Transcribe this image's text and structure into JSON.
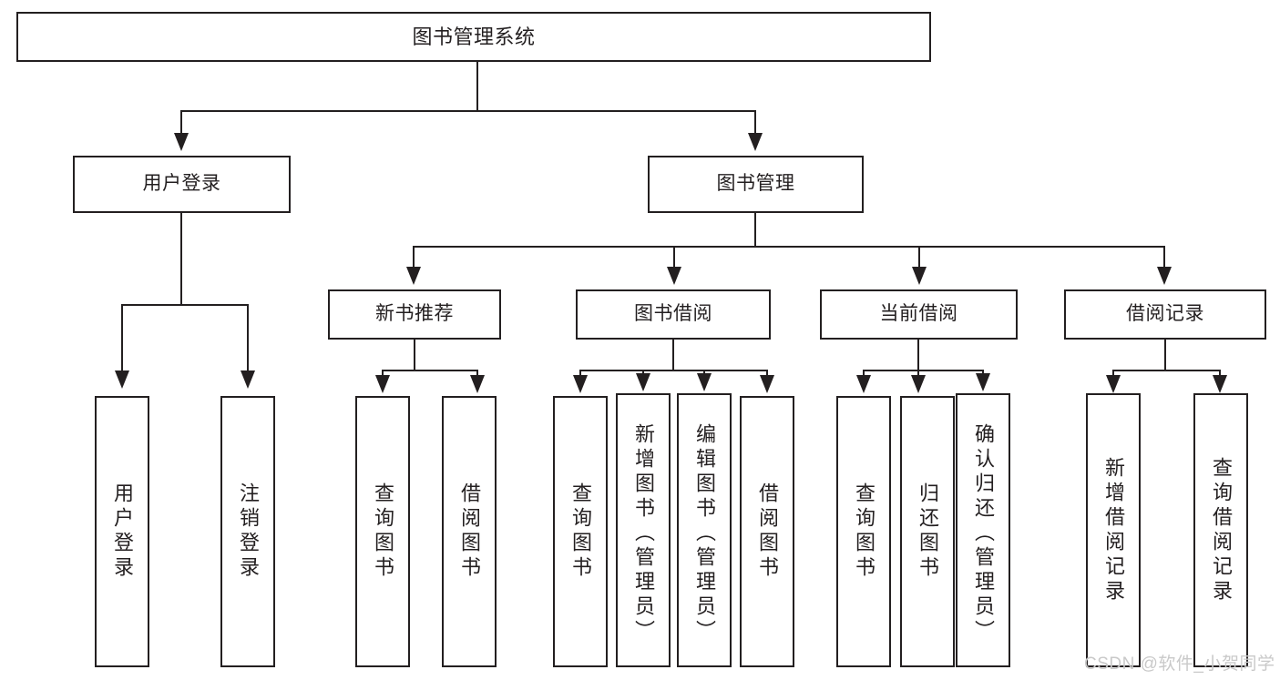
{
  "diagram": {
    "title": "图书管理系统",
    "type": "tree-hierarchy-diagram",
    "colors": {
      "stroke": "#231f20",
      "background": "#ffffff",
      "watermark": "#c9c9c9"
    },
    "levels": {
      "root": {
        "label": "图书管理系统"
      },
      "level2": [
        {
          "label": "用户登录"
        },
        {
          "label": "图书管理"
        }
      ],
      "level3": [
        {
          "label": "新书推荐"
        },
        {
          "label": "图书借阅"
        },
        {
          "label": "当前借阅"
        },
        {
          "label": "借阅记录"
        }
      ],
      "leaves": {
        "user_login": [
          {
            "label": "用户登录"
          },
          {
            "label": "注销登录"
          }
        ],
        "new_book_recommend": [
          {
            "label": "查询图书"
          },
          {
            "label": "借阅图书"
          }
        ],
        "book_borrow": [
          {
            "label": "查询图书"
          },
          {
            "label": "新增图书（管理员）"
          },
          {
            "label": "编辑图书（管理员）"
          },
          {
            "label": "借阅图书"
          }
        ],
        "current_borrow": [
          {
            "label": "查询图书"
          },
          {
            "label": "归还图书"
          },
          {
            "label": "确认归还（管理员）"
          }
        ],
        "borrow_record": [
          {
            "label": "新增借阅记录"
          },
          {
            "label": "查询借阅记录"
          }
        ]
      }
    },
    "watermark": "CSDN @软件_小贺同学"
  }
}
